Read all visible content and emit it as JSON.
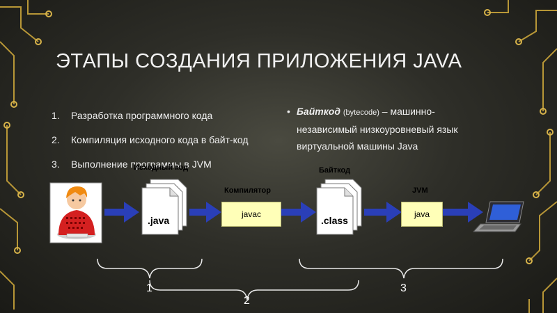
{
  "slide": {
    "title": "ЭТАПЫ СОЗДАНИЯ ПРИЛОЖЕНИЯ JAVA",
    "steps": [
      {
        "num": "1.",
        "text": "Разработка программного кода"
      },
      {
        "num": "2.",
        "text": "Компиляция исходного кода в байт-код"
      },
      {
        "num": "3.",
        "text": "Выполнение программы в JVM"
      }
    ],
    "note": {
      "bullet": "•",
      "term": "Байткод",
      "term_extra": "(bytecode)",
      "rest": " – машинно-независимый низкоуровневый язык виртуальной машины Java"
    }
  },
  "diagram": {
    "label_source": "Исходный код",
    "label_compiler": "Компилятор",
    "label_bytecode": "Байткод",
    "label_jvm": "JVM",
    "file_java": ".java",
    "tool_javac": "javac",
    "file_class": ".class",
    "tool_java": "java",
    "stage_1": "1",
    "stage_2": "2",
    "stage_3": "3"
  },
  "colors": {
    "arrow": "#2a3fb8",
    "box_fill": "#ffffb8",
    "circuit": "#c9a43a"
  }
}
